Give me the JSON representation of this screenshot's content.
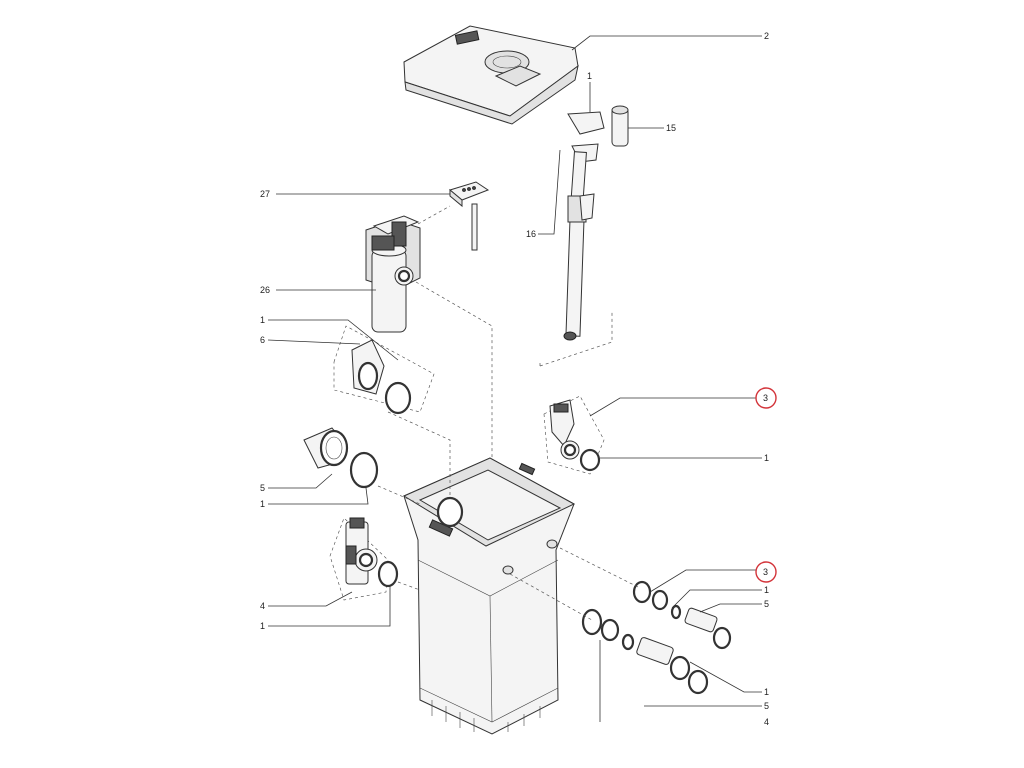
{
  "callouts": [
    {
      "id": "c-2",
      "text": "2",
      "highlighted": false
    },
    {
      "id": "c-1a",
      "text": "1",
      "highlighted": false
    },
    {
      "id": "c-15",
      "text": "15",
      "highlighted": false
    },
    {
      "id": "c-27",
      "text": "27",
      "highlighted": false
    },
    {
      "id": "c-16",
      "text": "16",
      "highlighted": false
    },
    {
      "id": "c-26",
      "text": "26",
      "highlighted": false
    },
    {
      "id": "c-1b",
      "text": "1",
      "highlighted": false
    },
    {
      "id": "c-6",
      "text": "6",
      "highlighted": false
    },
    {
      "id": "c-3a",
      "text": "3",
      "highlighted": true
    },
    {
      "id": "c-1c",
      "text": "1",
      "highlighted": false
    },
    {
      "id": "c-5a",
      "text": "5",
      "highlighted": false
    },
    {
      "id": "c-1d",
      "text": "1",
      "highlighted": false
    },
    {
      "id": "c-3b",
      "text": "3",
      "highlighted": true
    },
    {
      "id": "c-1e",
      "text": "1",
      "highlighted": false
    },
    {
      "id": "c-5b",
      "text": "5",
      "highlighted": false
    },
    {
      "id": "c-4a",
      "text": "4",
      "highlighted": false
    },
    {
      "id": "c-1f",
      "text": "1",
      "highlighted": false
    },
    {
      "id": "c-1g",
      "text": "1",
      "highlighted": false
    },
    {
      "id": "c-5c",
      "text": "5",
      "highlighted": false
    },
    {
      "id": "c-4b",
      "text": "4",
      "highlighted": false
    }
  ],
  "colors": {
    "line": "#333333",
    "highlight": "#d3343a",
    "background": "#ffffff"
  }
}
